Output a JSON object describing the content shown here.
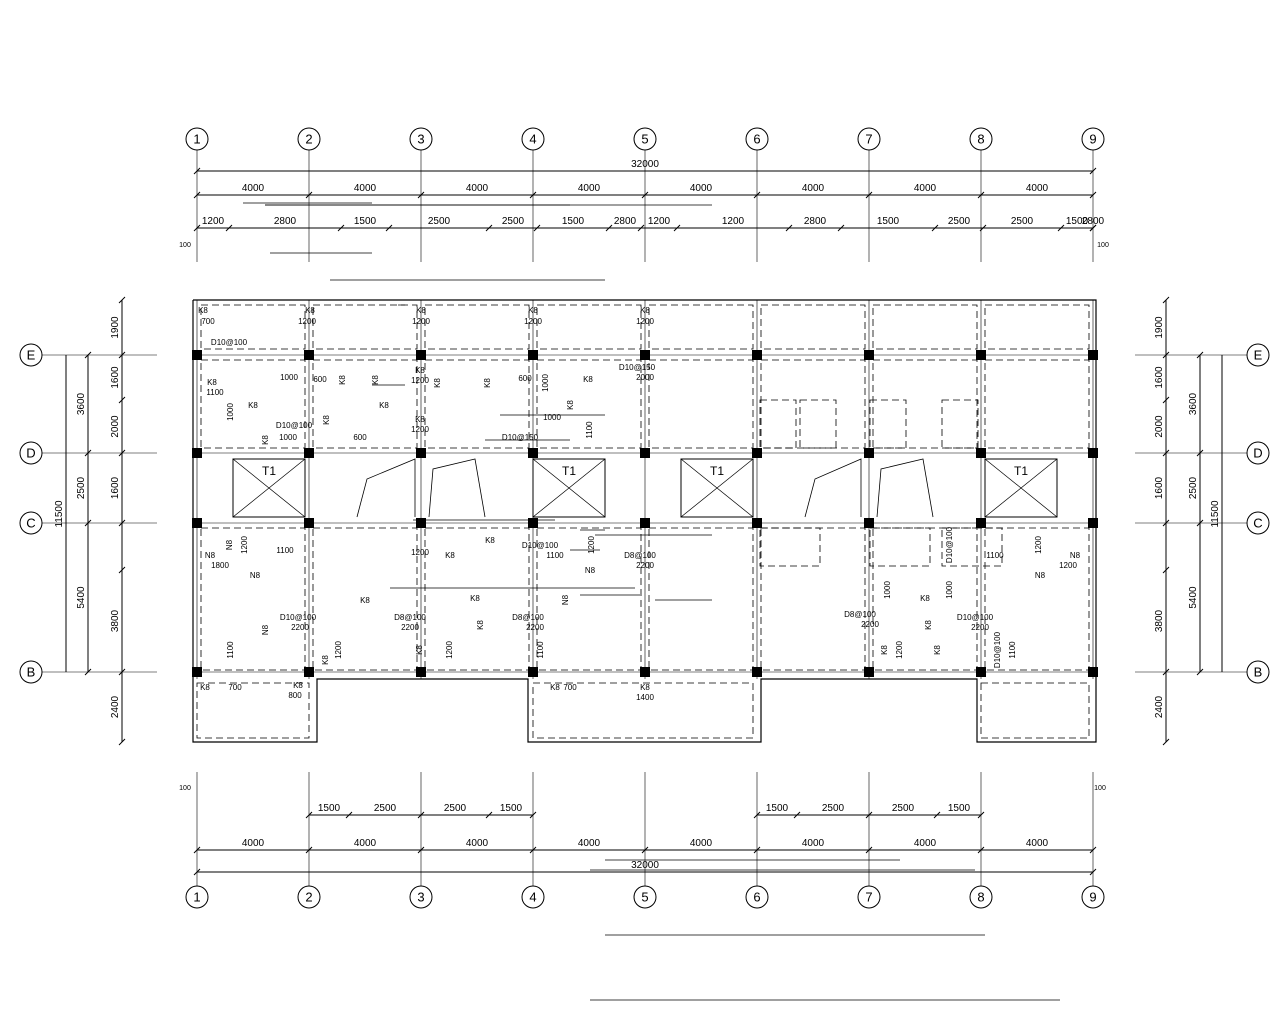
{
  "axes": {
    "columns": [
      "1",
      "2",
      "3",
      "4",
      "5",
      "6",
      "7",
      "8",
      "9"
    ],
    "rows": [
      "E",
      "D",
      "C",
      "B"
    ]
  },
  "top_dims": {
    "overall": "32000",
    "bays": [
      "4000",
      "4000",
      "4000",
      "4000",
      "4000",
      "4000",
      "4000",
      "4000"
    ],
    "sub": [
      "1200",
      "2800",
      "1500",
      "2500",
      "2500",
      "1500",
      "2800",
      "1200",
      "1200",
      "2800",
      "1500",
      "2500",
      "2500",
      "1500",
      "2800",
      "1200"
    ],
    "edge_note": "100"
  },
  "bottom_dims": {
    "overall": "32000",
    "bays": [
      "4000",
      "4000",
      "4000",
      "4000",
      "4000",
      "4000",
      "4000",
      "4000"
    ],
    "sub_left": [
      "1500",
      "2500",
      "2500",
      "1500"
    ],
    "sub_right": [
      "1500",
      "2500",
      "2500",
      "1500"
    ],
    "edge_note": "100"
  },
  "left_dims": {
    "outer": [
      "3600",
      "2500",
      "5400"
    ],
    "overall": "11500",
    "inner": [
      "1900",
      "1600",
      "2000",
      "1600",
      "3800",
      "2400"
    ],
    "edge_note": "100"
  },
  "right_dims": {
    "outer": [
      "3600",
      "2500",
      "5400"
    ],
    "overall": "11500",
    "inner": [
      "1900",
      "1600",
      "2000",
      "1600",
      "3800",
      "2400"
    ],
    "edge_note": "100"
  },
  "stair_labels": [
    "T1",
    "T1",
    "T1",
    "T1"
  ],
  "annotations": {
    "k8": "K8",
    "n8": "N8",
    "d10": "D10@100",
    "d8": "D8@100",
    "d8b": "D8@100",
    "d10_150": "D10@150",
    "v1200": "1200",
    "v1000": "1000",
    "v600": "600",
    "v1100": "1100",
    "v2200": "2200",
    "v1800": "1800",
    "v1400": "1400",
    "v700": "700",
    "v800": "800",
    "v2000": "2000"
  }
}
